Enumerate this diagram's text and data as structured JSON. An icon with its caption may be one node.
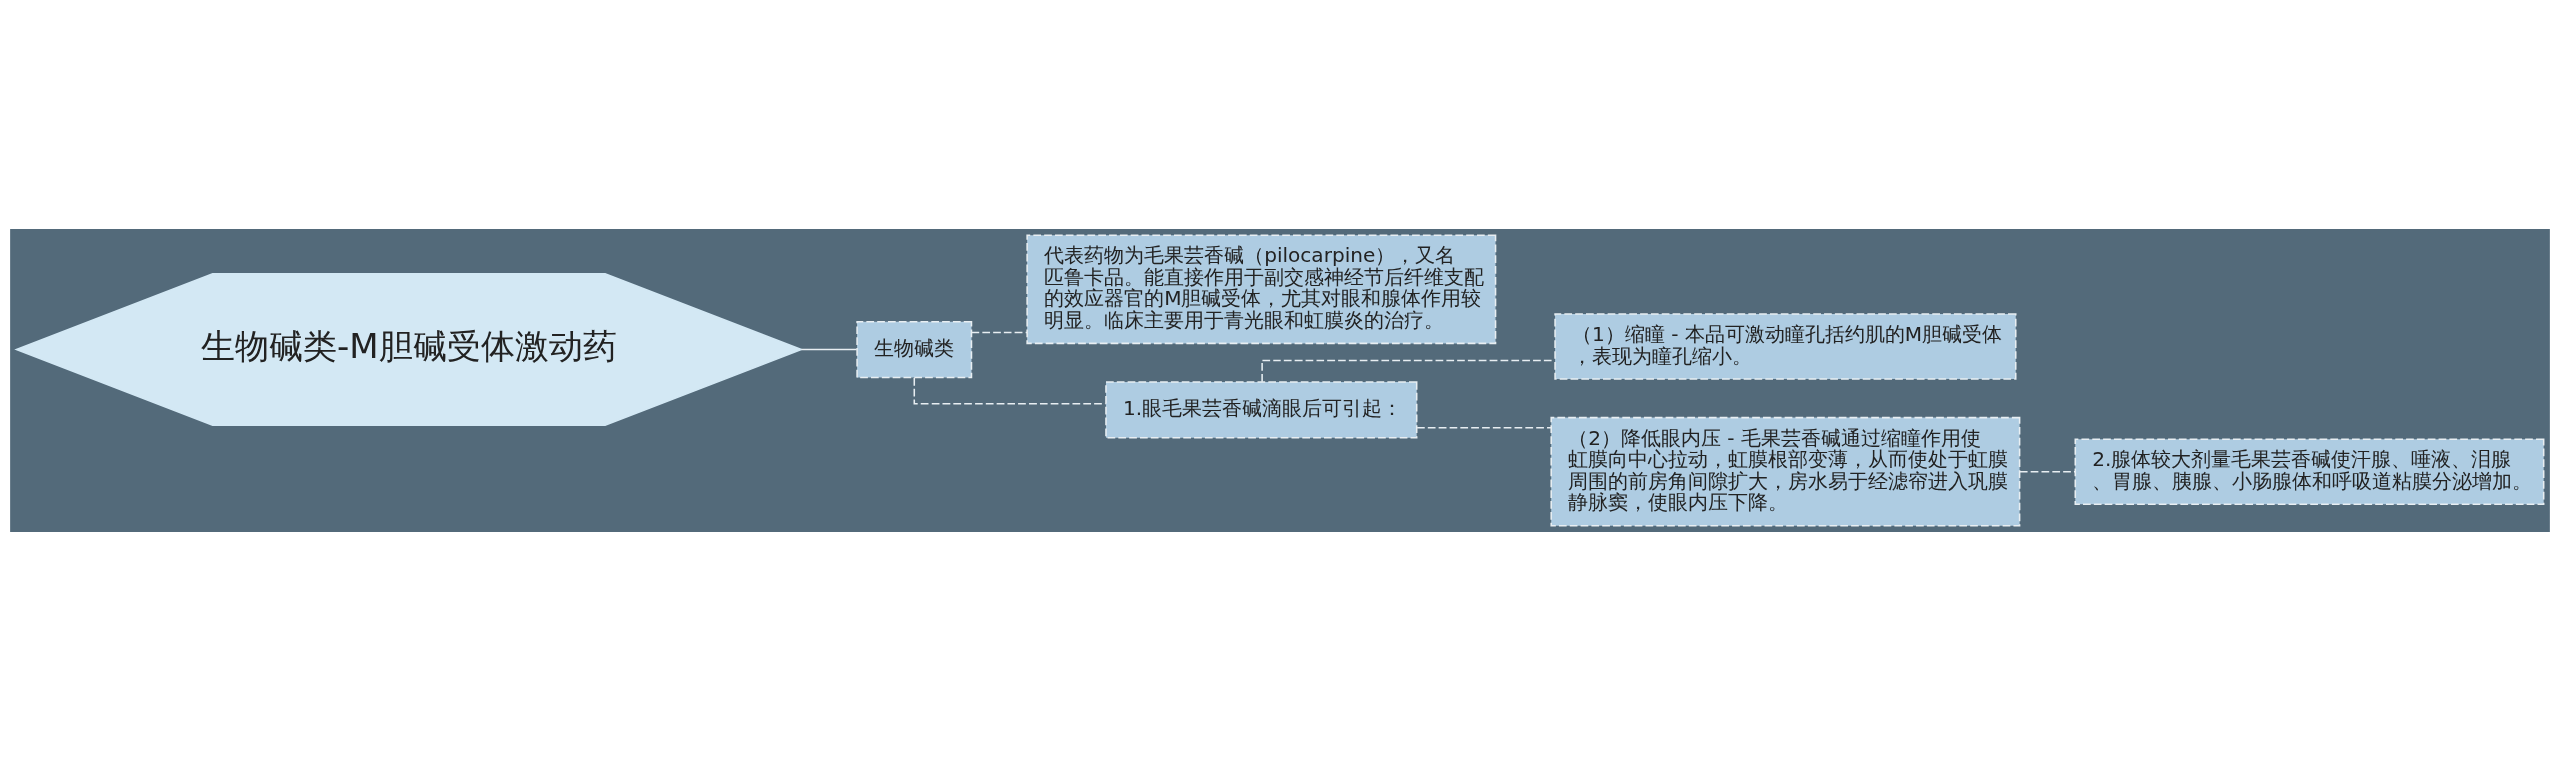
{
  "diagram": {
    "nodes": [
      {
        "text": [
          "生物碱类-M胆碱受体激动药"
        ]
      },
      {
        "text": [
          "生物碱类"
        ]
      },
      {
        "text": [
          "代表药物为毛果芸香碱（pilocarpine），又名匹鲁卡品。能直接作用于副交感神经节后纤维支配的效应器官的M胆碱受体，尤其对眼和腺体作用较明显。临床主要用于青光眼和虹膜炎的治疗。"
        ]
      },
      {
        "text": [
          "1.眼毛果芸香碱滴眼后可引起："
        ]
      },
      {
        "text": [
          "（1）缩瞳 - 本品可激动瞳孔括约肌的M胆碱受体，表现为瞳孔缩小。"
        ]
      },
      {
        "text": [
          "（2）降低眼内压 - 毛果芸香碱通过缩瞳作用使虹膜向中心拉动，虹膜根部变薄，从而使处于虹膜周围的前房角间隙扩大，房水易于经滤帘进入巩膜静脉窦，使眼内压下降。"
        ]
      },
      {
        "text": [
          "2.腺体较大剂量毛果芸香碱使汗腺、唾液、泪腺、胃腺、胰腺、小肠腺体和呼吸道粘膜分泌增加。"
        ]
      }
    ],
    "edges": [
      {
        "from": 0,
        "to": 1,
        "arrow": "none"
      },
      {
        "from": 1,
        "to": 2,
        "arrow": "none",
        "style": "dashed"
      },
      {
        "from": 1,
        "to": 3,
        "arrow": "none",
        "style": "dashed"
      },
      {
        "from": 3,
        "to": 4,
        "arrow": "none",
        "style": "dashed"
      },
      {
        "from": 3,
        "to": 5,
        "arrow": "none",
        "style": "dashed"
      },
      {
        "from": 5,
        "to": 6,
        "arrow": "none",
        "style": "dashed"
      }
    ]
  }
}
